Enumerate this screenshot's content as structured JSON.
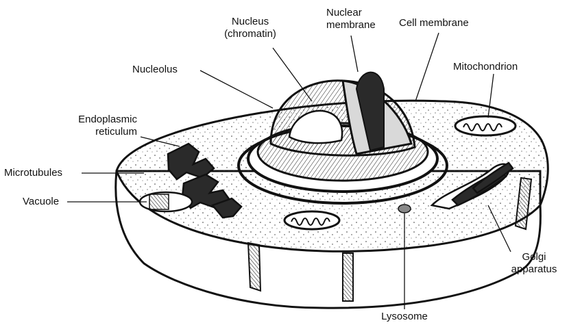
{
  "labels": {
    "nucleus_chromatin": {
      "line1": "Nucleus",
      "line2": "(chromatin)"
    },
    "nuclear_membrane": {
      "line1": "Nuclear",
      "line2": "membrane"
    },
    "cell_membrane": "Cell membrane",
    "nucleolus": "Nucleolus",
    "mitochondrion": "Mitochondrion",
    "endoplasmic_reticulum": {
      "line1": "Endoplasmic",
      "line2": "reticulum"
    },
    "microtubules": "Microtubules",
    "vacuole": "Vacuole",
    "golgi_apparatus": {
      "line1": "Golgi",
      "line2": "apparatus"
    },
    "lysosome": "Lysosome"
  },
  "colors": {
    "ink": "#111111",
    "paper": "#ffffff",
    "shade": "#d9d9d9",
    "dark": "#2a2a2a"
  }
}
